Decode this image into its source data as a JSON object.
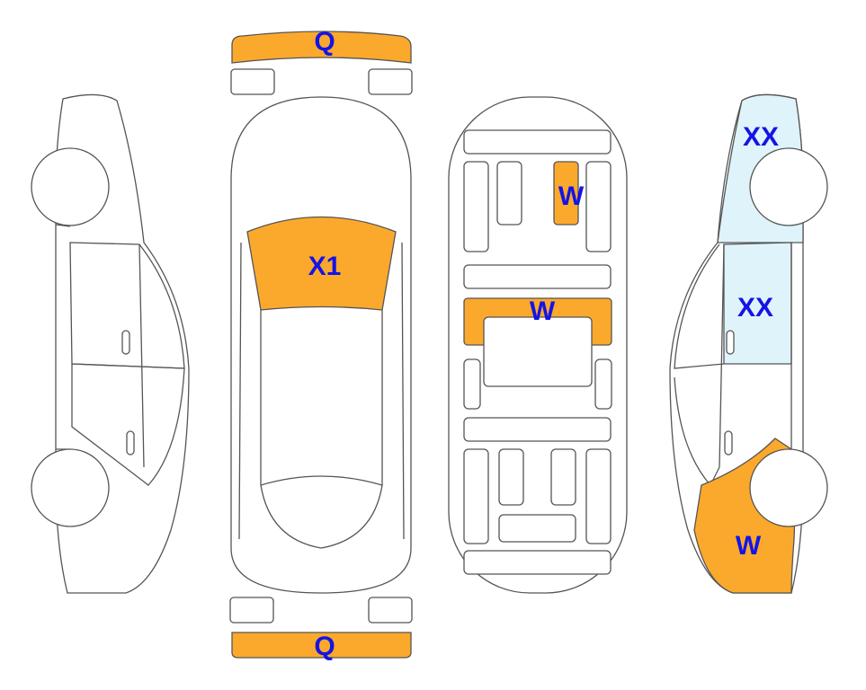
{
  "colors": {
    "damage": "#FBA92C",
    "highlight": "#DFF3FB",
    "label": "#1414E6",
    "outline": "#555555"
  },
  "labels": {
    "front_bumper": "Q",
    "rear_bumper": "Q",
    "windshield": "X1",
    "underbody_front": "W",
    "underbody_middle": "W",
    "right_rear_quarter": "W",
    "right_front_fender": "XX",
    "right_front_door": "XX"
  }
}
